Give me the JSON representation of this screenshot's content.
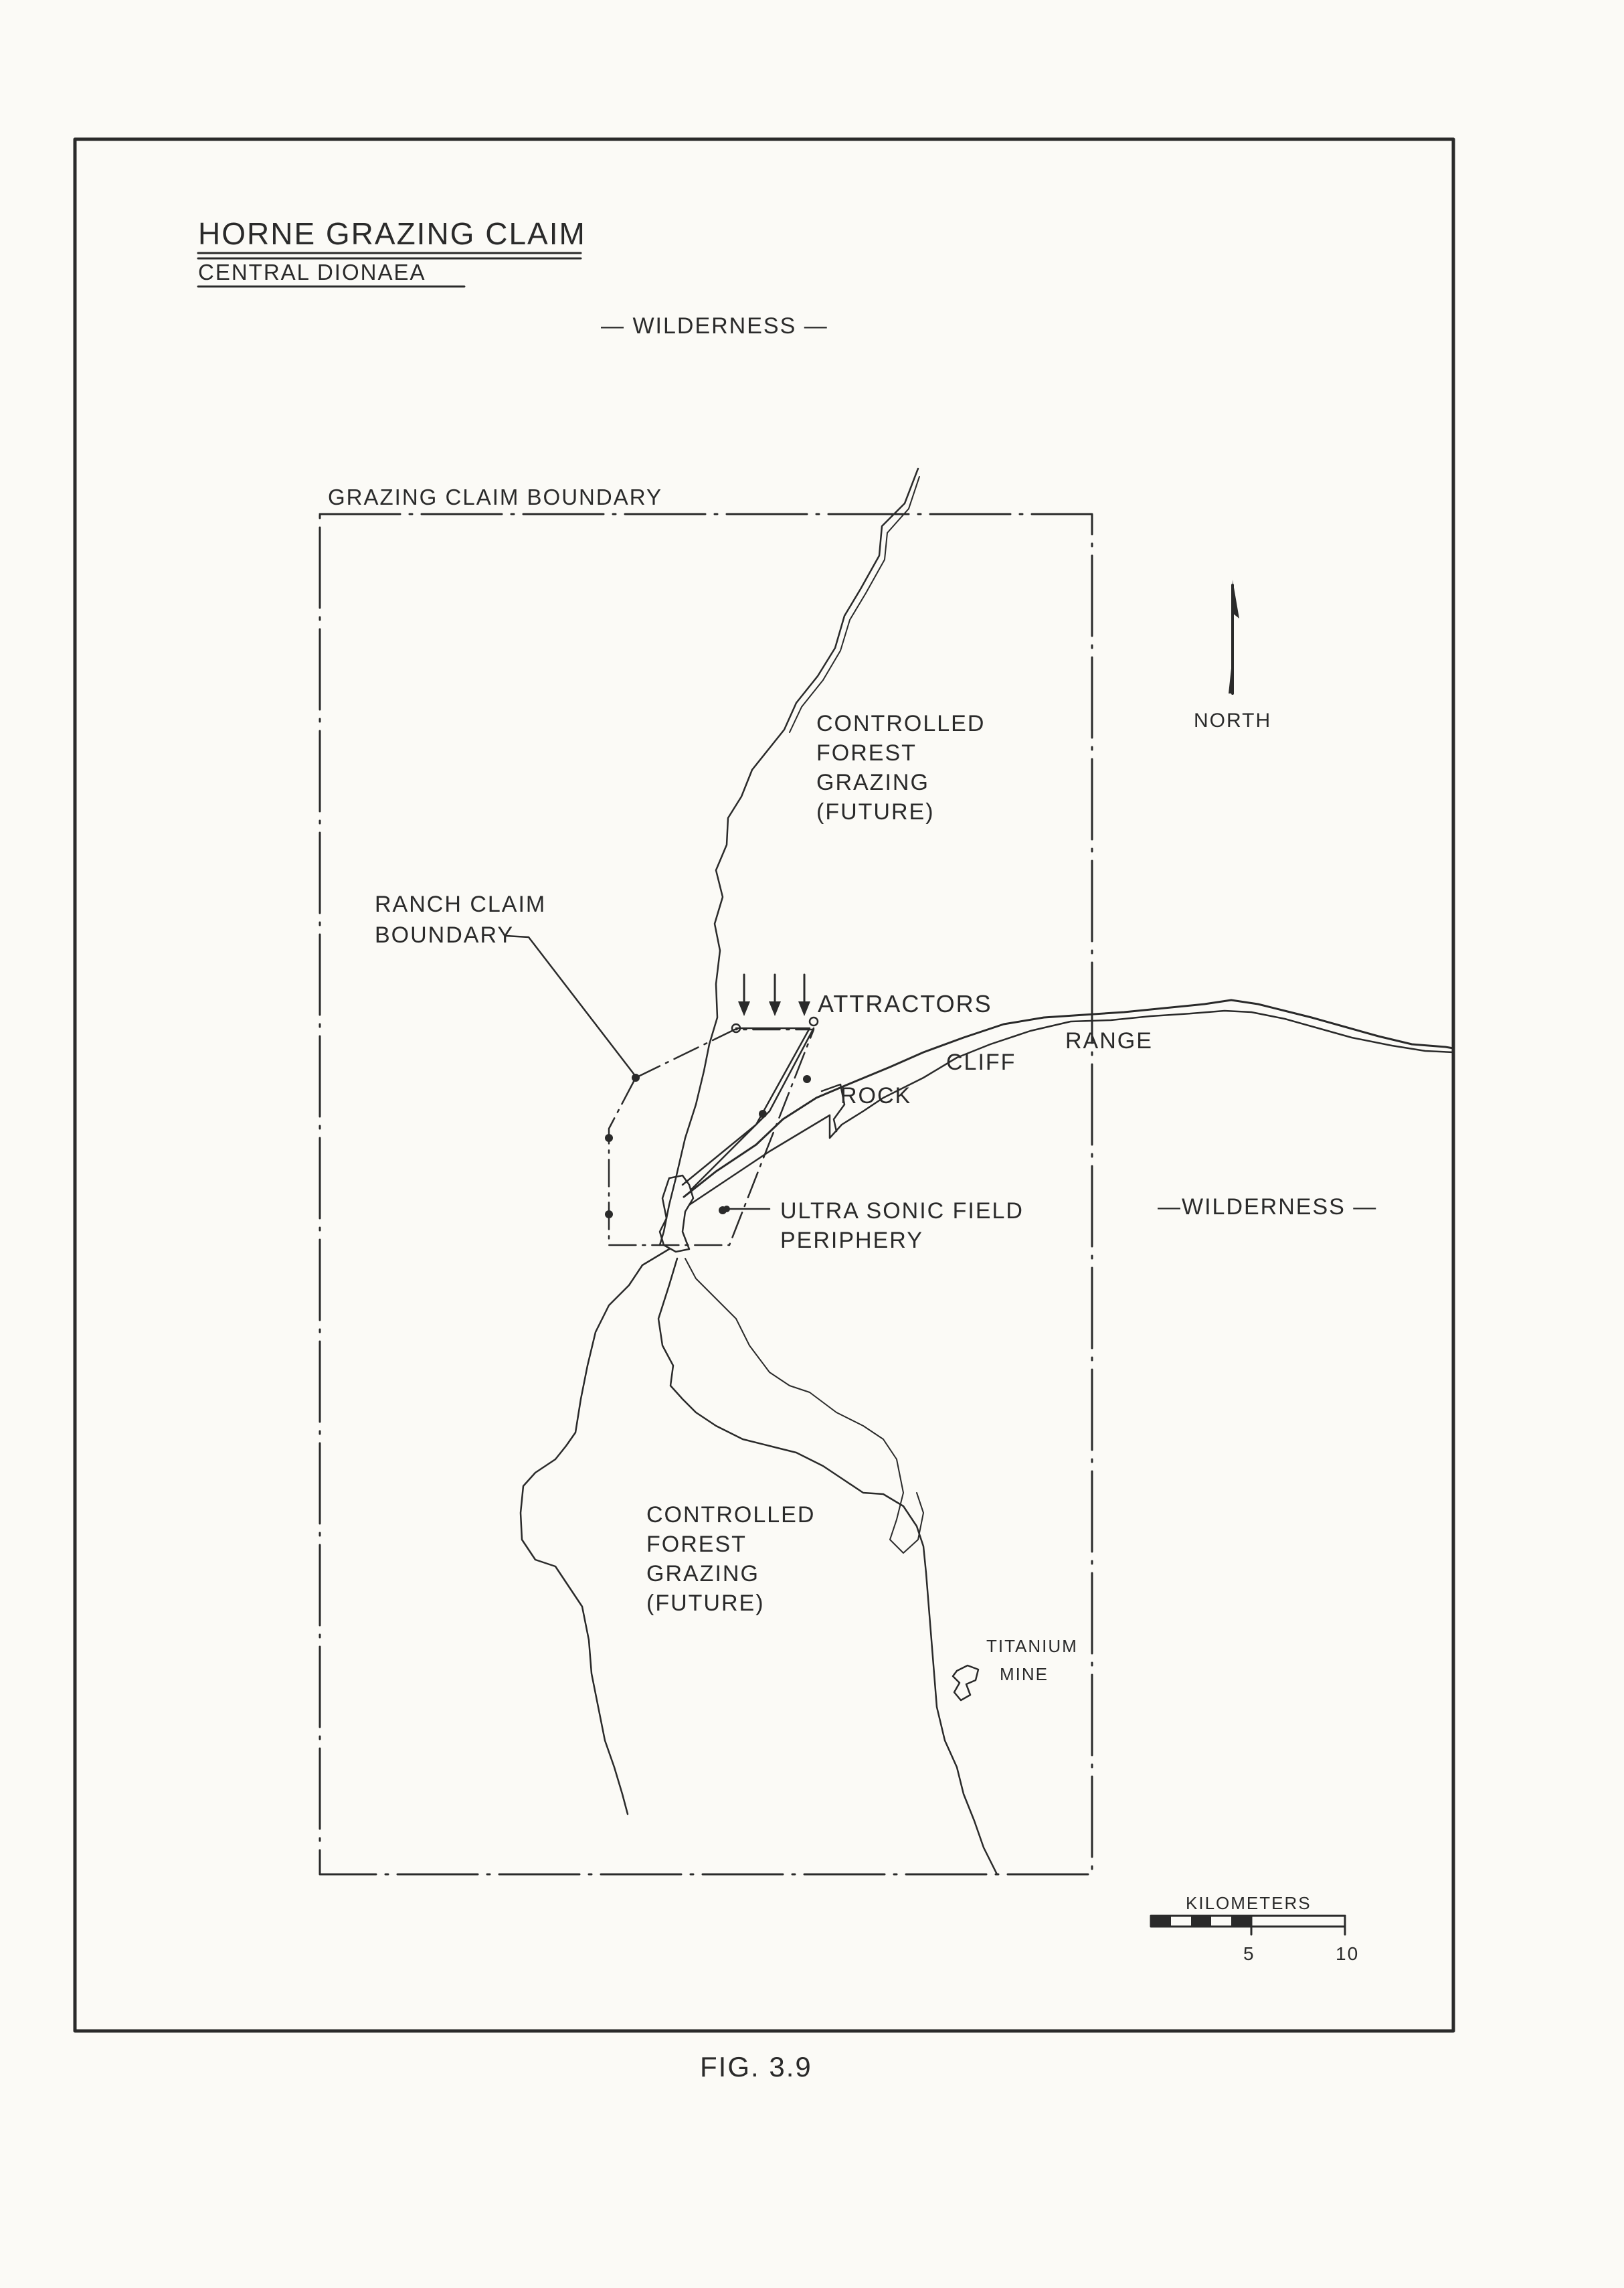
{
  "title": "HORNE GRAZING CLAIM",
  "subtitle": "CENTRAL DIONAEA",
  "labels": {
    "wilderness_north": "— WILDERNESS —",
    "wilderness_east": "—WILDERNESS —",
    "grazing_claim_boundary": "GRAZING CLAIM BOUNDARY",
    "forest_north": [
      "CONTROLLED",
      "FOREST",
      "GRAZING",
      "(FUTURE)"
    ],
    "forest_south": [
      "CONTROLLED",
      "FOREST",
      "GRAZING",
      "(FUTURE)"
    ],
    "ranch_claim": [
      "RANCH CLAIM",
      "BOUNDARY"
    ],
    "attractors": "ATTRACTORS",
    "cliff": "CLIFF",
    "range": "RANGE",
    "rock": "ROCK",
    "ultra_sonic": [
      "ULTRA SONIC FIELD",
      "PERIPHERY"
    ],
    "titanium_mine": [
      "TITANIUM",
      "MINE"
    ],
    "north": "NORTH"
  },
  "scale_bar": {
    "label": "KILOMETERS",
    "ticks": [
      "5",
      "10"
    ]
  },
  "figure_caption": "FIG. 3.9",
  "icons": {
    "north_arrow": "north-arrow-icon",
    "mine": "mine-outline-icon"
  }
}
